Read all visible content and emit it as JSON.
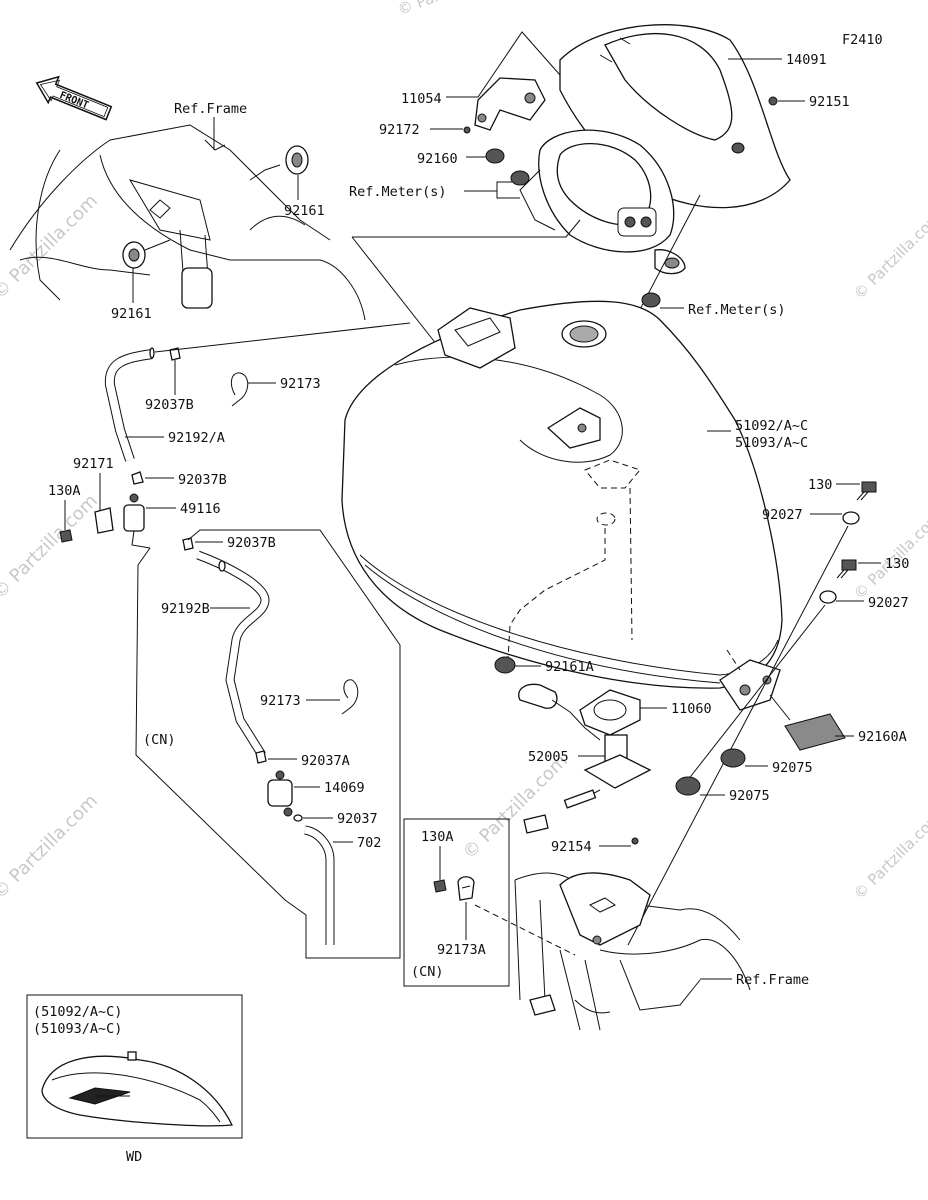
{
  "figure_code": "F2410",
  "front_badge": "FRONT",
  "watermark": "© Partzilla.com",
  "labels": {
    "ref_frame_top": "Ref.Frame",
    "p92161_upper": "92161",
    "p92161_lower": "92161",
    "p11054": "11054",
    "p92172": "92172",
    "p92160": "92160",
    "ref_meters_upper": "Ref.Meter(s)",
    "p14091": "14091",
    "p92151": "92151",
    "ref_meters_lower": "Ref.Meter(s)",
    "p92037b_1": "92037B",
    "p92173_1": "92173",
    "p92192a": "92192/A",
    "p92171": "92171",
    "p92037b_2": "92037B",
    "p130a_1": "130A",
    "p49116": "49116",
    "p92037b_3": "92037B",
    "p92192b": "92192B",
    "p92173_2": "92173",
    "cn_1": "(CN)",
    "p92037a": "92037A",
    "p14069": "14069",
    "p92037": "92037",
    "p702": "702",
    "p51092": "51092/A~C",
    "p51093": "51093/A~C",
    "p130_1": "130",
    "p92027_1": "92027",
    "p130_2": "130",
    "p92027_2": "92027",
    "p92161a": "92161A",
    "p11060": "11060",
    "p52005": "52005",
    "p92160a": "92160A",
    "p92075_1": "92075",
    "p92075_2": "92075",
    "p92154": "92154",
    "p130a_2": "130A",
    "p92173a": "92173A",
    "cn_2": "(CN)",
    "ref_frame_bottom": "Ref.Frame"
  },
  "inset": {
    "line1": "(51092/A~C)",
    "line2": "(51093/A~C)",
    "caption": "WD"
  }
}
